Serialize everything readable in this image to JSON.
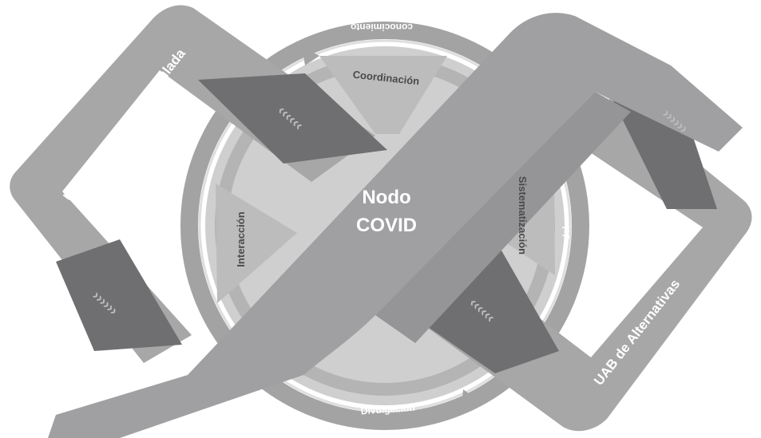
{
  "center": {
    "line1": "Nodo",
    "line2": "COVID"
  },
  "sectors": {
    "top": "Coordinación",
    "left": "Interacción",
    "right": "Sistematización"
  },
  "ring": {
    "top_arc": "conocimiento",
    "bottom_arc": "Divulgación",
    "right_arc": "del"
  },
  "bands": {
    "upper_left": "UAB de Formación vinculada",
    "lower_right": "UAB de Alternativas"
  },
  "chevrons": "‹‹‹‹‹‹",
  "chevrons_right": "››››››",
  "colors": {
    "band_light": "#a7a7a7",
    "band_dark": "#6f6f71",
    "band_mid": "#8a8a8c",
    "ring": "#a3a3a3",
    "disc": "#cfcfcf",
    "center_text": "#ffffff"
  }
}
